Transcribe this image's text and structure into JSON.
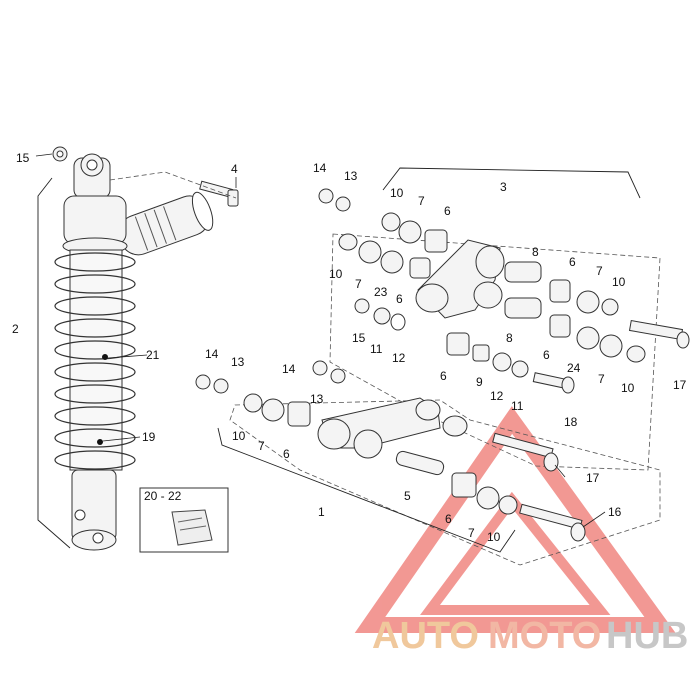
{
  "labels": {
    "n1": "1",
    "n2": "2",
    "n3": "3",
    "n4": "4",
    "n5": "5",
    "n6a": "6",
    "n6b": "6",
    "n6c": "6",
    "n6d": "6",
    "n6e": "6",
    "n6f": "6",
    "n6g": "6",
    "n7a": "7",
    "n7b": "7",
    "n7c": "7",
    "n7d": "7",
    "n7e": "7",
    "n7f": "7",
    "n8a": "8",
    "n8b": "8",
    "n9": "9",
    "n10a": "10",
    "n10b": "10",
    "n10c": "10",
    "n10d": "10",
    "n10e": "10",
    "n11a": "11",
    "n11b": "11",
    "n12a": "12",
    "n12b": "12",
    "n13a": "13",
    "n13b": "13",
    "n13c": "13",
    "n14a": "14",
    "n14b": "14",
    "n14c": "14",
    "n15a": "15",
    "n15b": "15",
    "n16": "16",
    "n17a": "17",
    "n17b": "17",
    "n18": "18",
    "n19": "19",
    "n21": "21",
    "n23": "23",
    "n24": "24",
    "inset": "20 - 22"
  },
  "watermark": {
    "auto": "AUTO",
    "moto": "MOTO",
    "hub": "HUB",
    "colors": {
      "triangle": "#e8443c",
      "auto": "#f0c89c",
      "moto": "#f2b7a4",
      "hub": "#c7c7c7"
    }
  }
}
